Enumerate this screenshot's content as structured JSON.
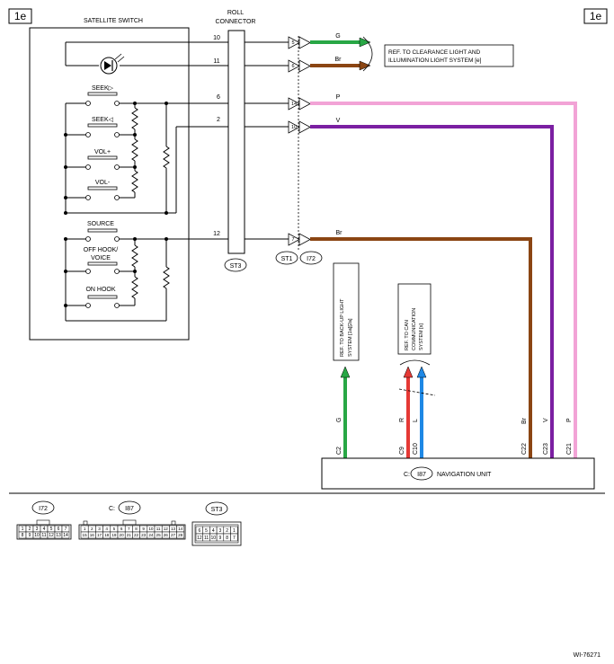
{
  "page_tags": {
    "left": "1e",
    "right": "1e"
  },
  "satellite_switch": {
    "title": "SATELLITE SWITCH",
    "buttons": [
      "SEEK▷",
      "SEEK◁",
      "VOL+",
      "VOL-",
      "SOURCE",
      "OFF HOOK/",
      "VOICE",
      "ON HOOK"
    ]
  },
  "roll_connector": {
    "title_line1": "ROLL",
    "title_line2": "CONNECTOR",
    "id": "ST3"
  },
  "pins": {
    "roll": [
      "10",
      "11",
      "6",
      "2",
      "12"
    ],
    "st1": [
      "5",
      "6",
      "14",
      "10",
      "7"
    ]
  },
  "connector_labels": {
    "st1": "ST1",
    "i72": "I72"
  },
  "wires": {
    "g": {
      "label": "G",
      "color": "#28a745"
    },
    "br_top": {
      "label": "Br",
      "color": "#8b4513"
    },
    "p": {
      "label": "P",
      "color": "#f2a3d6"
    },
    "v": {
      "label": "V",
      "color": "#7b1fa2"
    },
    "br_bottom": {
      "label": "Br",
      "color": "#8b4513"
    },
    "r": {
      "label": "R",
      "color": "#e53935"
    },
    "l": {
      "label": "L",
      "color": "#1e88e5"
    }
  },
  "references": {
    "clearance": {
      "line1": "REF. TO CLEARANCE LIGHT AND",
      "line2": "ILLUMINATION LIGHT SYSTEM  [e]"
    },
    "backup": {
      "line1": "REF. TO BACK-UP LIGHT",
      "line2": "SYSTEM  [1a][2a]"
    },
    "can": {
      "line1": "REF. TO CAN",
      "line2": "COMMUNICATION",
      "line3": "SYSTEM  [s]"
    }
  },
  "nav_unit": {
    "prefix": "C:",
    "id": "I87",
    "label": "NAVIGATION UNIT",
    "pins": [
      "C2",
      "C9",
      "C10",
      "C22",
      "C23",
      "C21"
    ],
    "wire_letters": [
      "G",
      "R",
      "L",
      "Br",
      "V",
      "P"
    ]
  },
  "connectors": {
    "i72": {
      "label": "I72",
      "row1": [
        "1",
        "2",
        "3",
        "4",
        "5",
        "6",
        "7"
      ],
      "row2": [
        "8",
        "9",
        "10",
        "11",
        "12",
        "13",
        "14"
      ]
    },
    "i87": {
      "prefix": "C:",
      "label": "I87",
      "row1": [
        "1",
        "2",
        "3",
        "4",
        "5",
        "6",
        "7",
        "8",
        "9",
        "10",
        "11",
        "12",
        "13",
        "14"
      ],
      "row2": [
        "15",
        "16",
        "17",
        "18",
        "19",
        "20",
        "21",
        "22",
        "23",
        "24",
        "25",
        "26",
        "27",
        "28"
      ]
    },
    "st3": {
      "label": "ST3",
      "row1": [
        "6",
        "5",
        "4",
        "3",
        "2",
        "1"
      ],
      "row2": [
        "12",
        "11",
        "10",
        "9",
        "8",
        "7"
      ]
    }
  },
  "figure_id": "WI-76271"
}
